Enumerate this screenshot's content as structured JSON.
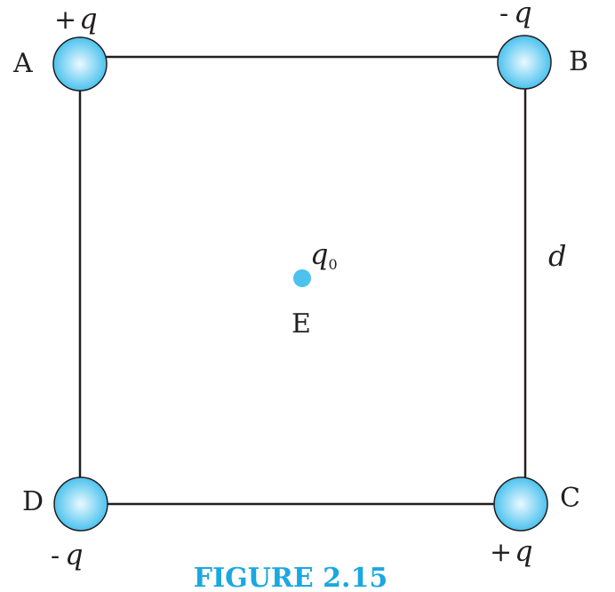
{
  "colors": {
    "line": "#231f20",
    "sphere_fill": "#4cc2ee",
    "sphere_highlight": "#eaf9ff",
    "sphere_edge": "#231f20",
    "caption": "#1ba8e0"
  },
  "corners": {
    "A": {
      "label": "A",
      "sign": "+",
      "symbol": "q"
    },
    "B": {
      "label": "B",
      "sign": "-",
      "symbol": "q"
    },
    "C": {
      "label": "C",
      "sign": "+",
      "symbol": "q"
    },
    "D": {
      "label": "D",
      "sign": "-",
      "symbol": "q"
    }
  },
  "center": {
    "label": "E",
    "symbol": "q",
    "subscript": "0"
  },
  "side_label": "d",
  "caption": "FIGURE 2.15"
}
